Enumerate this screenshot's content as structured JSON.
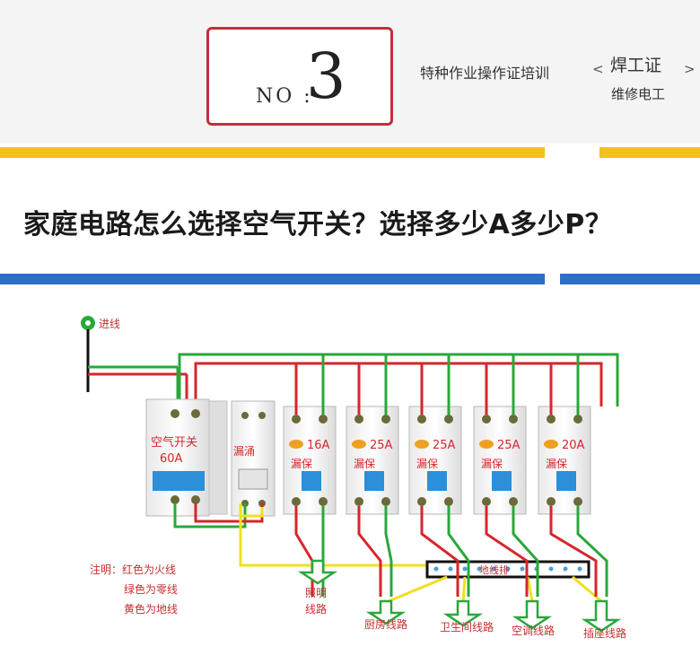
{
  "header": {
    "no_label": "NO :",
    "no_number": "3",
    "series_title": "特种作业操作证培训",
    "nav_prev": "<",
    "nav_next": ">",
    "cert_title": "焊工证",
    "cert_subtitle": "维修电工"
  },
  "headline": "家庭电路怎么选择空气开关？选择多少A多少P？",
  "diagram": {
    "incoming_label": "进线",
    "main_breaker": {
      "line1": "空气开关",
      "line2": "60A"
    },
    "rcd_label": "漏涌",
    "breakers": [
      {
        "rating": "16A",
        "type": "漏保"
      },
      {
        "rating": "25A",
        "type": "漏保"
      },
      {
        "rating": "25A",
        "type": "漏保"
      },
      {
        "rating": "25A",
        "type": "漏保"
      },
      {
        "rating": "20A",
        "type": "漏保"
      }
    ],
    "ground_bar_label": "地线排",
    "circuits": [
      {
        "line1": "照明",
        "line2": "线路"
      },
      {
        "line1": "厨房线路"
      },
      {
        "line1": "卫生间线路"
      },
      {
        "line1": "空调线路"
      },
      {
        "line1": "插座线路"
      }
    ],
    "notes": {
      "title": "注明：红色为火线",
      "line2": "绿色为零线",
      "line3": "黄色为地线"
    },
    "colors": {
      "live": "#d6262b",
      "neutral": "#29a83a",
      "ground": "#f0e020",
      "breaker_blue": "#2b8fd9"
    }
  }
}
